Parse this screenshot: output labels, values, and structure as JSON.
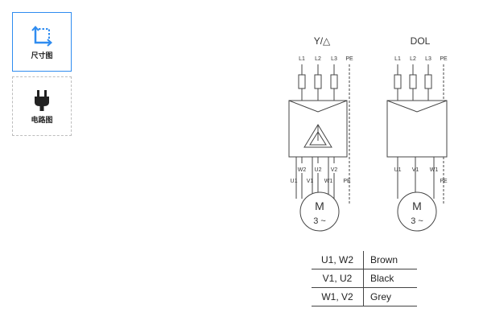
{
  "tabs": [
    {
      "label": "尺寸图",
      "icon": "dimension-icon",
      "active": true
    },
    {
      "label": "电路图",
      "icon": "plug-icon",
      "active": false
    }
  ],
  "diagram": {
    "star_delta": {
      "title": "Y/△",
      "supply_labels": [
        "L1",
        "L2",
        "L3",
        "PE"
      ],
      "terminals_upper": [
        "W2",
        "U2",
        "V2"
      ],
      "terminals_lower": [
        "U1",
        "V1",
        "W1",
        "PE"
      ],
      "motor_label": "M",
      "motor_sub": "3 ~"
    },
    "dol": {
      "title": "DOL",
      "supply_labels": [
        "L1",
        "L2",
        "L3",
        "PE"
      ],
      "terminals": [
        "U1",
        "V1",
        "W1",
        "PE"
      ],
      "motor_label": "M",
      "motor_sub": "3 ~"
    }
  },
  "wire_colors": [
    {
      "terminals": "U1, W2",
      "color": "Brown"
    },
    {
      "terminals": "V1, U2",
      "color": "Black"
    },
    {
      "terminals": "W1, V2",
      "color": "Grey"
    }
  ]
}
